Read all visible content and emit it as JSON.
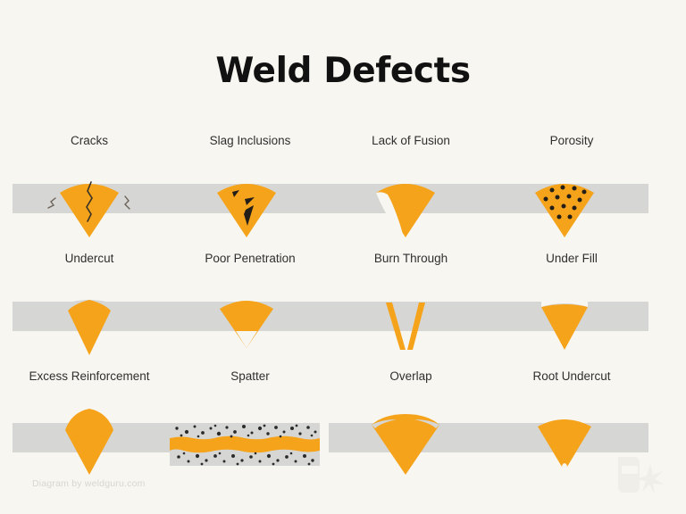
{
  "title": "Weld Defects",
  "footer": {
    "credit": "Diagram by weldguru.com"
  },
  "logo": {
    "name": "welding-helmet-spark-watermark"
  },
  "colors": {
    "background": "#f7f6f1",
    "plate": "#d6d6d4",
    "weld_bead": "#f5a31a",
    "defect_dark": "#2b2b2b",
    "gap_white": "#f7f6f1",
    "title_text": "#111111",
    "label_text": "#2f2f2f",
    "credit_text": "#d8d6cf"
  },
  "rows": [
    {
      "cells": [
        {
          "key": "cracks",
          "label": "Cracks"
        },
        {
          "key": "slag-inclusions",
          "label": "Slag Inclusions"
        },
        {
          "key": "lack-of-fusion",
          "label": "Lack of Fusion"
        },
        {
          "key": "porosity",
          "label": "Porosity"
        }
      ]
    },
    {
      "cells": [
        {
          "key": "undercut",
          "label": "Undercut"
        },
        {
          "key": "poor-penetration",
          "label": "Poor Penetration"
        },
        {
          "key": "burn-through",
          "label": "Burn Through"
        },
        {
          "key": "under-fill",
          "label": "Under Fill"
        }
      ]
    },
    {
      "cells": [
        {
          "key": "excess-reinforcement",
          "label": "Excess Reinforcement"
        },
        {
          "key": "spatter",
          "label": "Spatter"
        },
        {
          "key": "overlap",
          "label": "Overlap"
        },
        {
          "key": "root-undercut",
          "label": "Root Undercut"
        }
      ]
    }
  ]
}
